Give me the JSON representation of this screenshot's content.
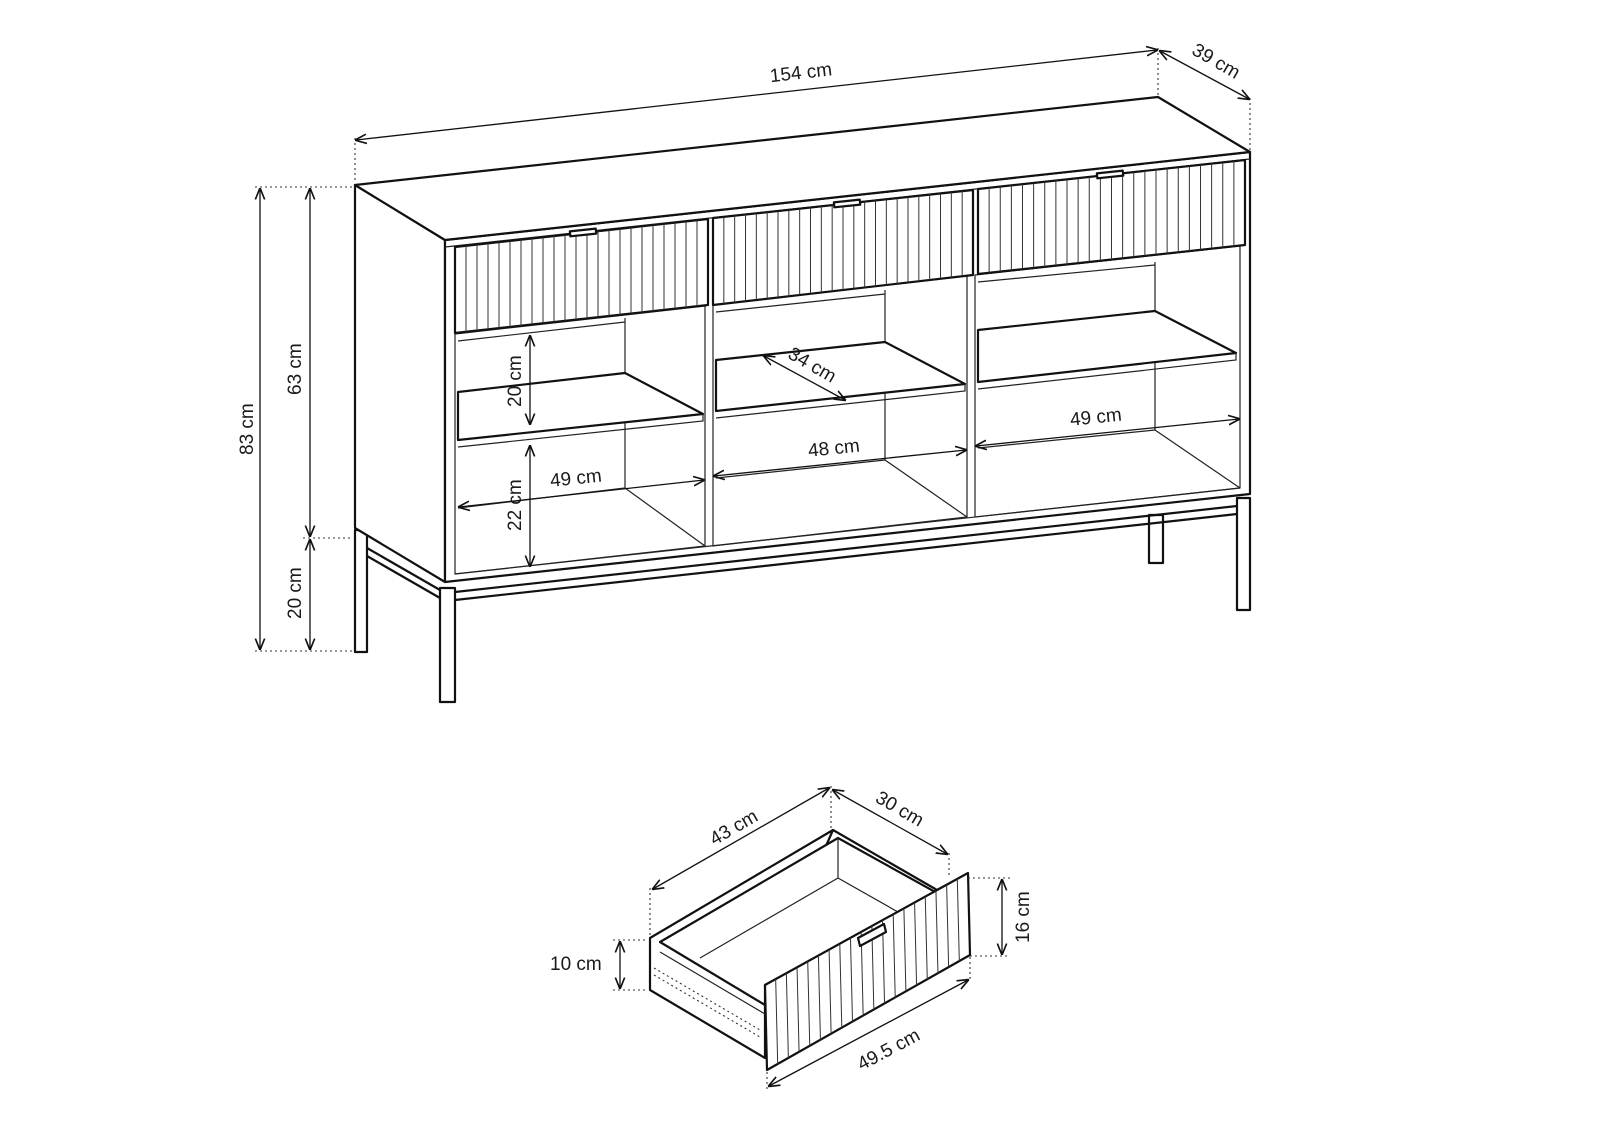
{
  "sideboard": {
    "width_label": "154 cm",
    "depth_label": "39 cm",
    "total_height_label": "83 cm",
    "body_height_label": "63 cm",
    "leg_height_label": "20 cm",
    "upper_shelf_height_label": "20 cm",
    "lower_shelf_height_label": "22 cm",
    "shelf_depth_label": "34 cm",
    "left_compartment_width_label": "49 cm",
    "middle_compartment_width_label": "48 cm",
    "right_compartment_width_label": "49 cm"
  },
  "drawer": {
    "side_length_label": "43 cm",
    "back_width_label": "30 cm",
    "front_height_label": "16 cm",
    "side_height_label": "10 cm",
    "front_width_label": "49.5 cm"
  }
}
